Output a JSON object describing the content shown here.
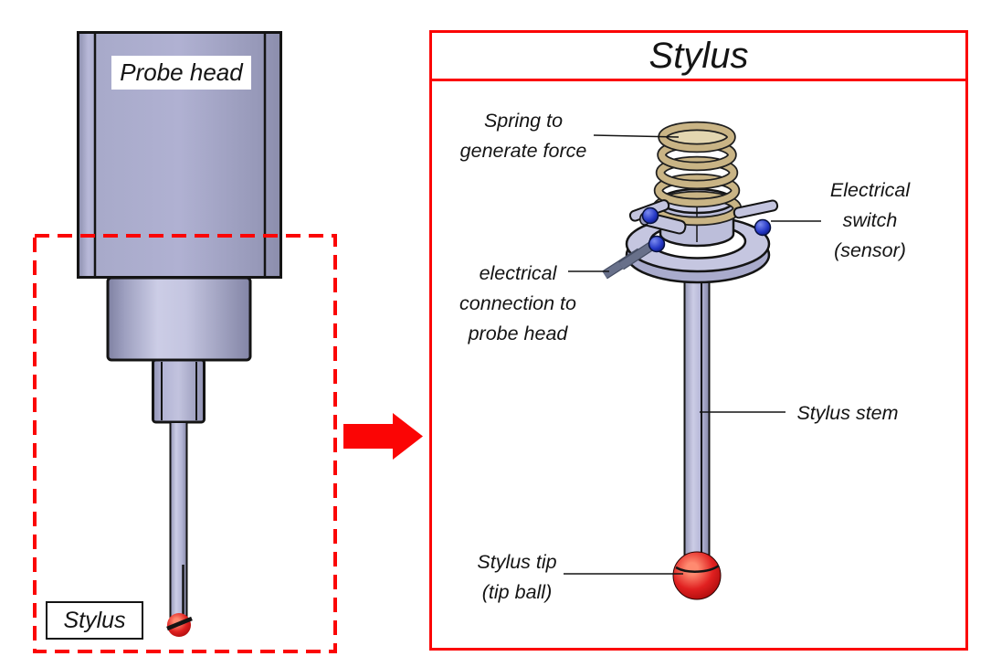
{
  "left_figure": {
    "probe_head_label": "Probe head",
    "stylus_label": "Stylus"
  },
  "arrow": {
    "icon": "zoom-arrow-icon",
    "color": "#fb0505"
  },
  "right_panel": {
    "title": "Stylus",
    "labels": {
      "spring": "Spring to\ngenerate force",
      "switch": "Electrical\nswitch\n(sensor)",
      "connection": "electrical\nconnection to\nprobe head",
      "stem": "Stylus stem",
      "tip": "Stylus tip\n(tip ball)"
    }
  },
  "colors": {
    "accent_red": "#fb0505",
    "metal_lavender": "#b9badb",
    "spring_tan": "#c9b485",
    "sensor_blue": "#2336c4",
    "tip_red": "#d91111",
    "connector_gray": "#68708a",
    "outline_black": "#141414"
  }
}
